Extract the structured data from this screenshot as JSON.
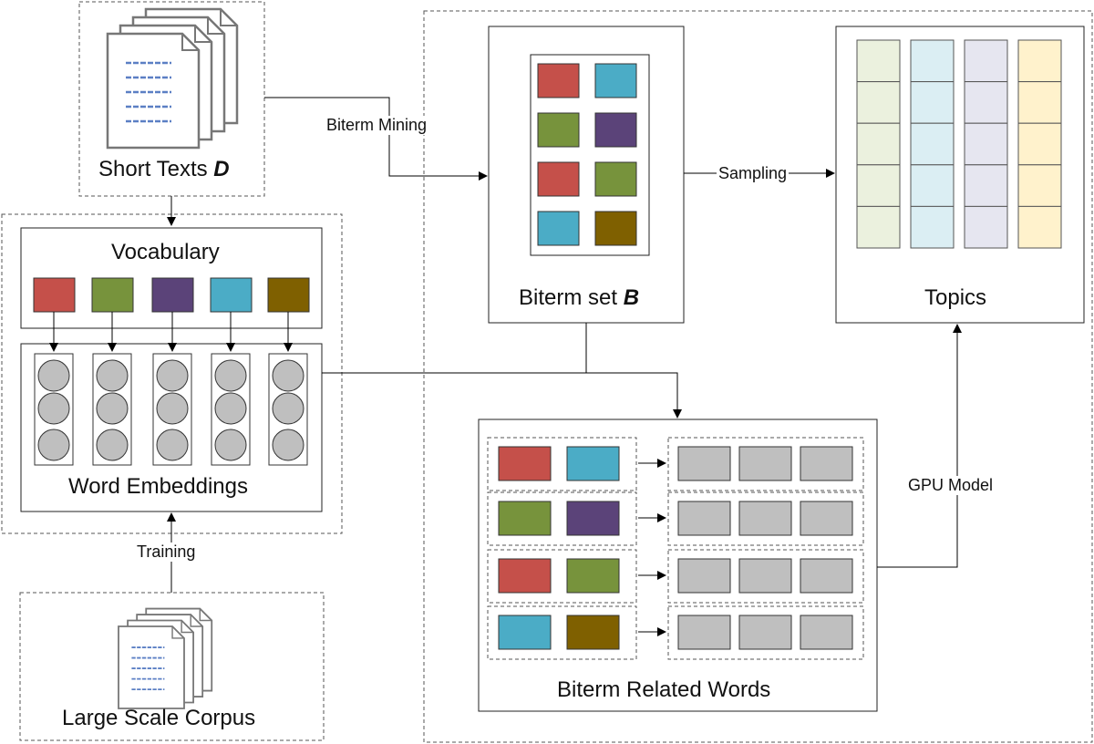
{
  "labels": {
    "short_texts": "Short Texts",
    "short_texts_var": "D",
    "biterm_set": "Biterm set",
    "biterm_set_var": "B",
    "topics": "Topics",
    "vocabulary": "Vocabulary",
    "word_embeddings": "Word Embeddings",
    "large_corpus": "Large Scale Corpus",
    "biterm_related_words": "Biterm Related Words"
  },
  "edges": {
    "biterm_mining": "Biterm Mining",
    "sampling": "Sampling",
    "training": "Training",
    "gpu_model": "GPU Model"
  },
  "colors": {
    "red": "#c5504a",
    "blue": "#4bacc6",
    "green": "#77933c",
    "purple": "#5b4379",
    "brown": "#7f6000",
    "gray_cell": "#bfbfbf",
    "topic_green": "#ebf1de",
    "topic_blue": "#dbeef3",
    "topic_lavender": "#e6e6f0",
    "topic_yellow": "#fff2cc",
    "doc_lines": "#5b7fc4"
  },
  "vocabulary_words": [
    "red",
    "green",
    "purple",
    "blue",
    "brown"
  ],
  "biterm_set": [
    [
      "red",
      "blue"
    ],
    [
      "green",
      "purple"
    ],
    [
      "red",
      "green"
    ],
    [
      "blue",
      "brown"
    ]
  ],
  "biterm_related": [
    [
      "red",
      "blue"
    ],
    [
      "green",
      "purple"
    ],
    [
      "red",
      "green"
    ],
    [
      "blue",
      "brown"
    ]
  ],
  "topic_columns": [
    "topic_green",
    "topic_blue",
    "topic_lavender",
    "topic_yellow"
  ],
  "icons": {
    "short_texts": "document-stack-icon",
    "corpus": "document-stack-icon"
  }
}
